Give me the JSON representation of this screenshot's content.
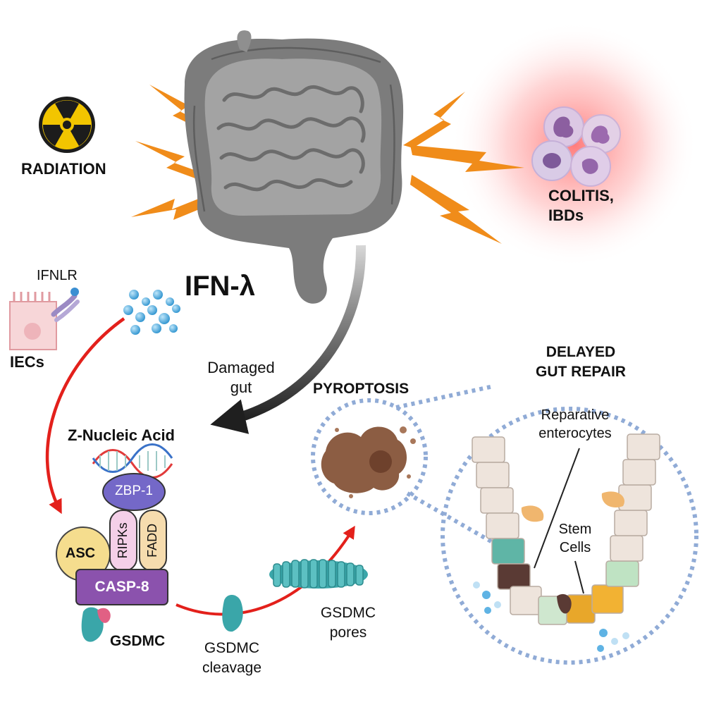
{
  "labels": {
    "radiation": "RADIATION",
    "colitis_line1": "COLITIS,",
    "colitis_line2": "IBDs",
    "ifnlr": "IFNLR",
    "ifn_lambda": "IFN-λ",
    "iecs": "IECs",
    "damaged_line1": "Damaged",
    "damaged_line2": "gut",
    "z_nucleic_acid": "Z-Nucleic Acid",
    "zbp1": "ZBP-1",
    "ripks": "RIPKs",
    "fadd": "FADD",
    "asc": "ASC",
    "casp8": "CASP-8",
    "gsdmc": "GSDMC",
    "cleavage_line1": "GSDMC",
    "cleavage_line2": "cleavage",
    "pores_line1": "GSDMC",
    "pores_line2": "pores",
    "pyroptosis": "PYROPTOSIS",
    "delayed_line1": "DELAYED",
    "delayed_line2": "GUT REPAIR",
    "reparative_line1": "Reparative",
    "reparative_line2": "enterocytes",
    "stem_line1": "Stem",
    "stem_line2": "Cells"
  },
  "icons": [
    "radiation-icon",
    "lightning-bolt-icon",
    "intestine-icon",
    "immune-cells-icon",
    "receptor-icon",
    "ifn-droplets-icon",
    "dna-icon",
    "pore-icon",
    "dead-cell-icon",
    "crypt-icon"
  ],
  "colors": {
    "bolt": "#f08c1a",
    "gut": "#8a8a8a",
    "red_arrow": "#e3201b",
    "black_arrow": "#262626",
    "zbp1": "#7468c8",
    "ripks": "#f4cfe8",
    "fadd": "#f6dcae",
    "asc": "#f5dd8e",
    "casp8": "#8b52ad",
    "gsdmc": "#3aa6a9",
    "dotted_circle": "#90abd6",
    "ifn_dots": "#4aa9dc",
    "dead_cell": "#8c5d43"
  }
}
